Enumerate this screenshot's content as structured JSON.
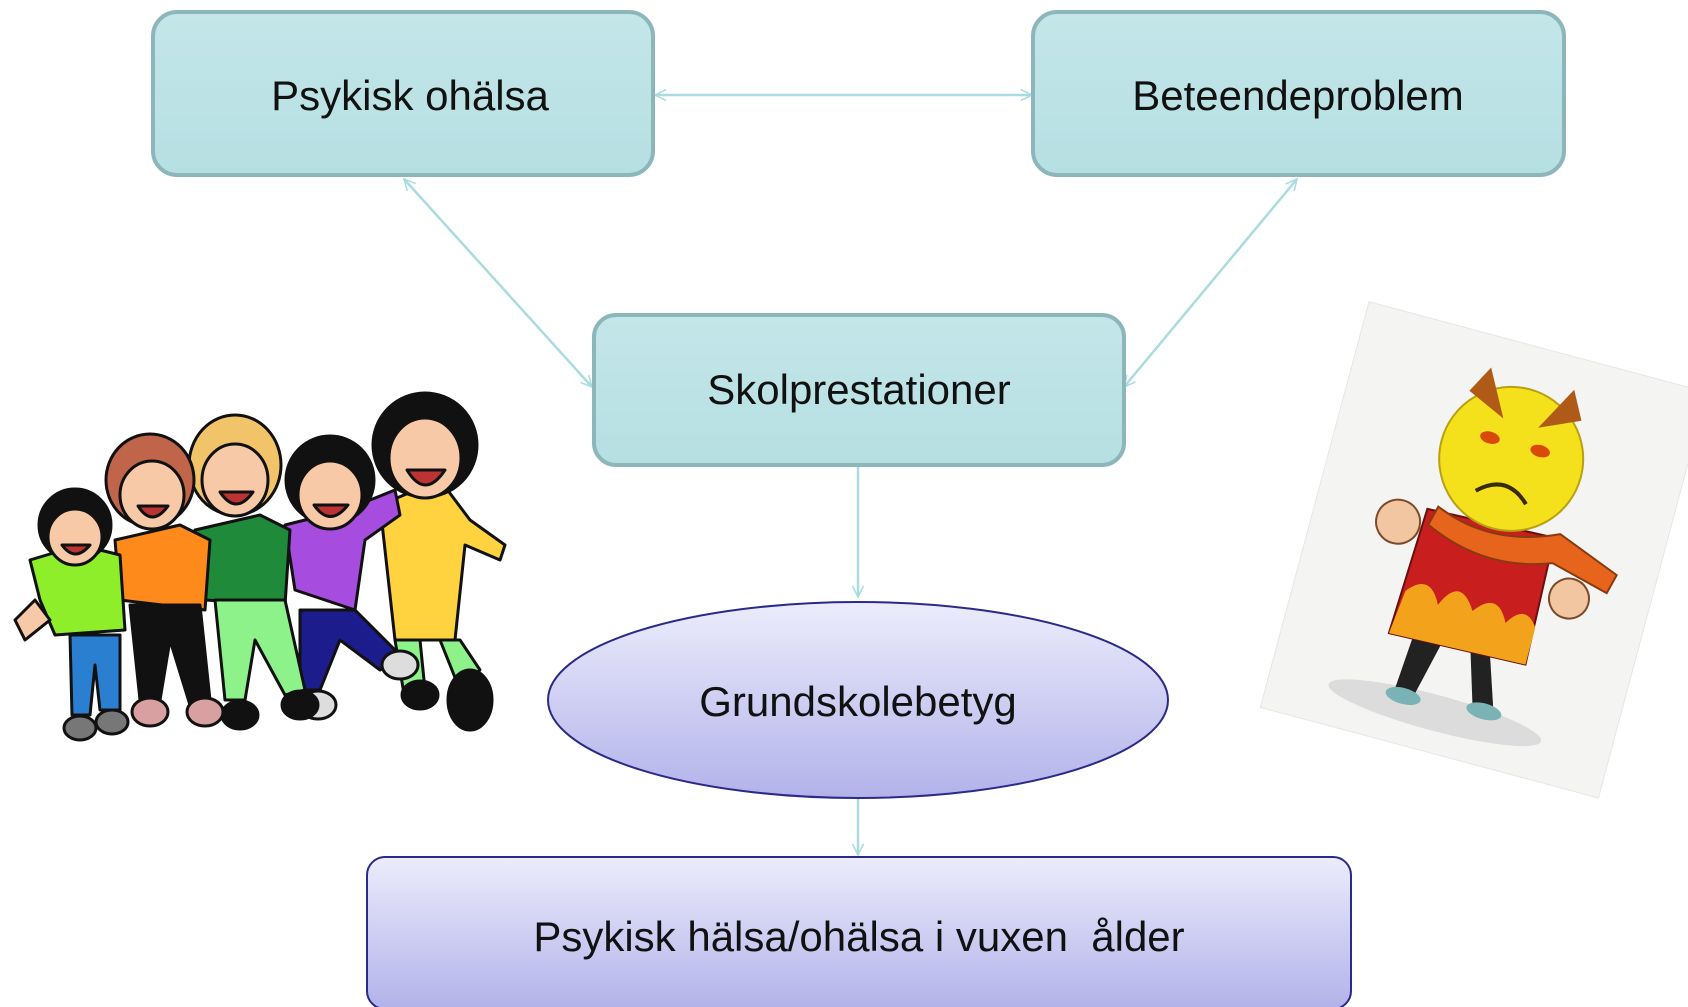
{
  "diagram": {
    "nodes": {
      "psykisk_ohalsa": "Psykisk ohälsa",
      "beteendeproblem": "Beteendeproblem",
      "skolprestationer": "Skolprestationer",
      "grundskolebetyg": "Grundskolebetyg",
      "vuxen": "Psykisk hälsa/ohälsa i vuxen  ålder"
    },
    "colors": {
      "teal_fill": "#bde3e6",
      "teal_stroke": "#8bb8bc",
      "connector": "#a9dbe0",
      "purple_top": "#e8e8fb",
      "purple_bottom": "#b4b4ec",
      "purple_stroke": "#2a2a88"
    },
    "images": {
      "left": "group-of-happy-children-illustration",
      "right": "angry-yellow-character-illustration"
    }
  }
}
